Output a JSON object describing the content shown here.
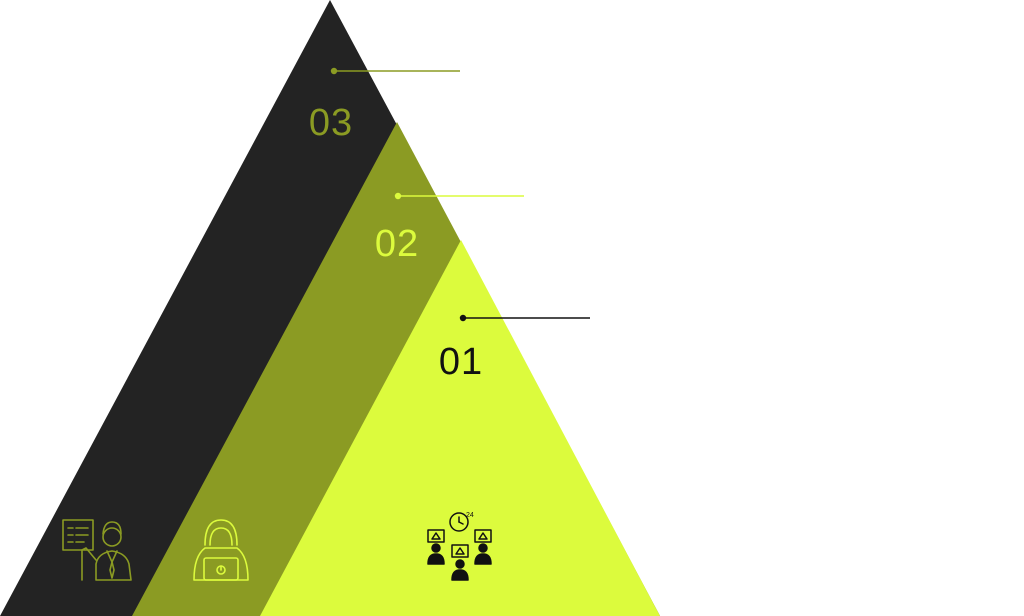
{
  "colors": {
    "background": "#ffffff",
    "layer_3": "#232323",
    "layer_2": "#8b9b23",
    "layer_1": "#dcfb3d",
    "number_3": "#8b9b23",
    "number_2": "#dcfb3d",
    "number_1": "#111111",
    "line_3": "#8b9b23",
    "line_2": "#dcfb3d",
    "line_1": "#111111"
  },
  "layers": [
    {
      "number": "01",
      "icon": "support-24-7-team-icon"
    },
    {
      "number": "02",
      "icon": "hacker-laptop-icon"
    },
    {
      "number": "03",
      "icon": "businessman-presentation-icon"
    }
  ]
}
